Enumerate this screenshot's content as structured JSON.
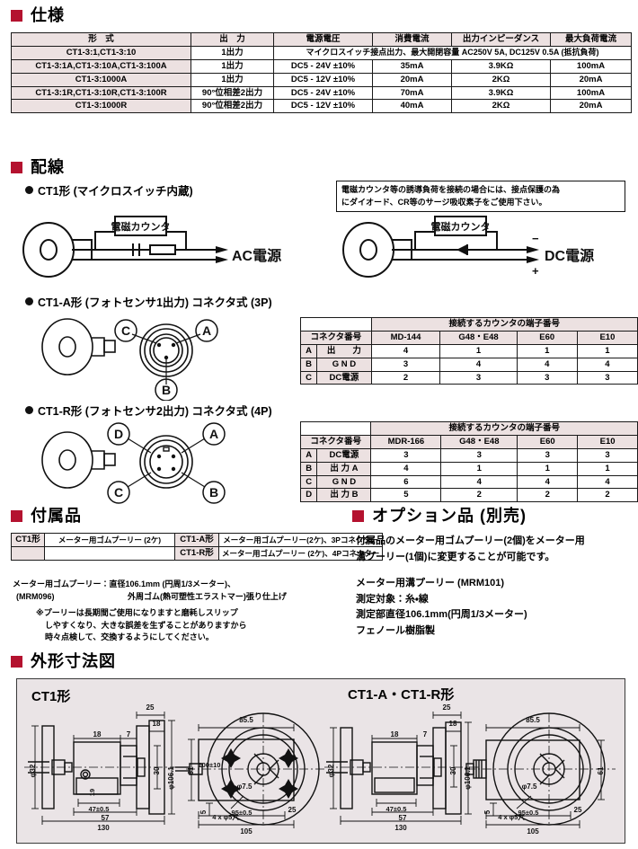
{
  "sections": {
    "spec": "仕様",
    "wiring": "配線",
    "accessories": "付属品",
    "options": "オプション品 (別売)",
    "dimensions": "外形寸法図"
  },
  "spec_table": {
    "headers": [
      "形　式",
      "出　力",
      "電源電圧",
      "消費電流",
      "出力インピーダンス",
      "最大負荷電流"
    ],
    "rows": [
      {
        "model": "CT1-3:1,CT1-3:10",
        "output": "1出力",
        "merged": "マイクロスイッチ接点出力、最大開閉容量 AC250V 5A, DC125V 0.5A (抵抗負荷)",
        "span": true
      },
      {
        "model": "CT1-3:1A,CT1-3:10A,CT1-3:100A",
        "output": "1出力",
        "voltage": "DC5 - 24V ±10%",
        "current": "35mA",
        "impedance": "3.9KΩ",
        "load": "100mA",
        "span": false
      },
      {
        "model": "CT1-3:1000A",
        "output": "1出力",
        "voltage": "DC5 - 12V ±10%",
        "current": "20mA",
        "impedance": "2KΩ",
        "load": "20mA",
        "span": false
      },
      {
        "model": "CT1-3:1R,CT1-3:10R,CT1-3:100R",
        "output": "90°位相差2出力",
        "voltage": "DC5 - 24V ±10%",
        "current": "70mA",
        "impedance": "3.9KΩ",
        "load": "100mA",
        "span": false
      },
      {
        "model": "CT1-3:1000R",
        "output": "90°位相差2出力",
        "voltage": "DC5 - 12V ±10%",
        "current": "40mA",
        "impedance": "2KΩ",
        "load": "20mA",
        "span": false
      }
    ]
  },
  "wiring": {
    "ct1_label": "CT1形 (マイクロスイッチ内蔵)",
    "counter_box": "電磁カウンタ",
    "ac_label": "AC電源",
    "dc_label": "DC電源",
    "dc_minus": "−",
    "dc_plus": "+",
    "note_line1": "電磁カウンタ等の誘導負荷を接続の場合には、接点保護の為",
    "note_line2": "にダイオード、CR等のサージ吸収素子をご使用下さい。",
    "ct1a_label": "CT1-A形 (フォトセンサ1出力) コネクタ式 (3P)",
    "ct1r_label": "CT1-R形 (フォトセンサ2出力) コネクタ式 (4P)",
    "pins_3p": [
      "A",
      "B",
      "C"
    ],
    "pins_4p": [
      "A",
      "B",
      "C",
      "D"
    ]
  },
  "conn_table_3p": {
    "span_header": "接続するカウンタの端子番号",
    "first_header": "コネクタ番号",
    "columns": [
      "MD-144",
      "G48・E48",
      "E60",
      "E10"
    ],
    "rows": [
      {
        "pin": "A",
        "name": "出　　力",
        "values": [
          "4",
          "1",
          "1",
          "1"
        ]
      },
      {
        "pin": "B",
        "name": "G  N  D",
        "values": [
          "3",
          "4",
          "4",
          "4"
        ]
      },
      {
        "pin": "C",
        "name": "DC電源",
        "values": [
          "2",
          "3",
          "3",
          "3"
        ]
      }
    ]
  },
  "conn_table_4p": {
    "span_header": "接続するカウンタの端子番号",
    "first_header": "コネクタ番号",
    "columns": [
      "MDR-166",
      "G48・E48",
      "E60",
      "E10"
    ],
    "rows": [
      {
        "pin": "A",
        "name": "DC電源",
        "values": [
          "3",
          "3",
          "3",
          "3"
        ]
      },
      {
        "pin": "B",
        "name": "出 力 A",
        "values": [
          "4",
          "1",
          "1",
          "1"
        ]
      },
      {
        "pin": "C",
        "name": "G  N  D",
        "values": [
          "6",
          "4",
          "4",
          "4"
        ]
      },
      {
        "pin": "D",
        "name": "出 力 B",
        "values": [
          "5",
          "2",
          "2",
          "2"
        ]
      }
    ]
  },
  "accessories": {
    "rows": [
      {
        "t1": "CT1形",
        "v1": "メーター用ゴムプーリー (2ケ)",
        "t2": "CT1-A形",
        "v2": "メーター用ゴムプーリー(2ケ)、3Pコネクター"
      },
      {
        "t1": "",
        "v1": "",
        "t2": "CT1-R形",
        "v2": "メーター用ゴムプーリー (2ケ)、4Pコネクター"
      }
    ],
    "note1a": "メーター用ゴムプーリー：直径106.1mm (円周1/3メーター)、",
    "note1b": "(MRM096)",
    "note1c": "外周ゴム(熱可塑性エラストマー)張り仕上げ",
    "note2a": "※プーリーは長期間ご使用になりますと磨耗しスリップ",
    "note2b": "しやすくなり、大きな誤差を生ずることがありますから",
    "note2c": "時々点検して、交換するようにしてください。"
  },
  "options": {
    "p1a": "付属品のメーター用ゴムプーリー(2個)をメーター用",
    "p1b": "溝プーリー(1個)に変更することが可能です。",
    "p2a": "メーター用溝プーリー (MRM101)",
    "p2b": "測定対象：糸・線",
    "p2c": "測定部直径106.1mm(円周1/3メーター)",
    "p2d": "フェノール樹脂製"
  },
  "dimensions": {
    "left_title": "CT1形",
    "right_title": "CT1-A・CT1-R形",
    "dims": {
      "d25": "25",
      "d18": "18",
      "d7": "7",
      "d19": "19",
      "d30": "30",
      "d57": "57",
      "d130": "130",
      "d47": "47±0.5",
      "d855": "85.5",
      "d95": "95±0.5",
      "d105": "105",
      "d61": "61",
      "d5": "5",
      "d100": "100±10",
      "phi32": "φ32",
      "phi106": "φ106.1",
      "phi106tol": "+0.3\n 0",
      "phi75": "φ7.5",
      "holes": "4 x φ5穴"
    }
  },
  "colors": {
    "accent": "#b4122f",
    "table_header": "#ece1e1",
    "panel_bg": "#eae4e6",
    "line": "#1a1a1a"
  }
}
